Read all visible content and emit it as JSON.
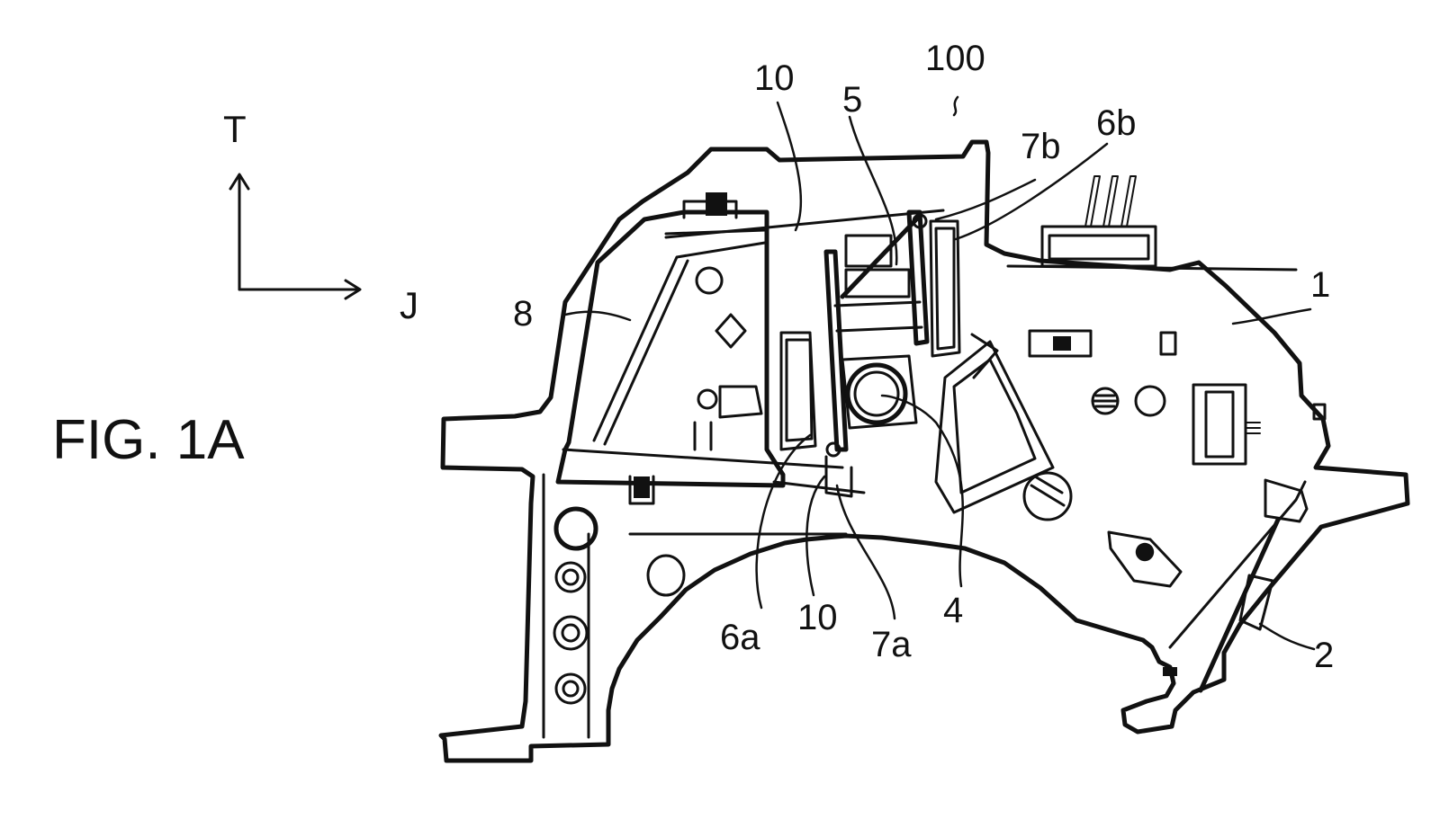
{
  "figure": {
    "label": "FIG. 1A"
  },
  "axes": {
    "vertical": "T",
    "horizontal": "J"
  },
  "reference_numerals": [
    {
      "id": "100",
      "text": "100"
    },
    {
      "id": "10-top",
      "text": "10"
    },
    {
      "id": "5",
      "text": "5"
    },
    {
      "id": "7b",
      "text": "7b"
    },
    {
      "id": "6b",
      "text": "6b"
    },
    {
      "id": "8",
      "text": "8"
    },
    {
      "id": "1",
      "text": "1"
    },
    {
      "id": "6a",
      "text": "6a"
    },
    {
      "id": "10-bottom",
      "text": "10"
    },
    {
      "id": "7a",
      "text": "7a"
    },
    {
      "id": "4",
      "text": "4"
    },
    {
      "id": "2",
      "text": "2"
    }
  ],
  "colors": {
    "ink": "#111111",
    "paper": "#ffffff"
  }
}
